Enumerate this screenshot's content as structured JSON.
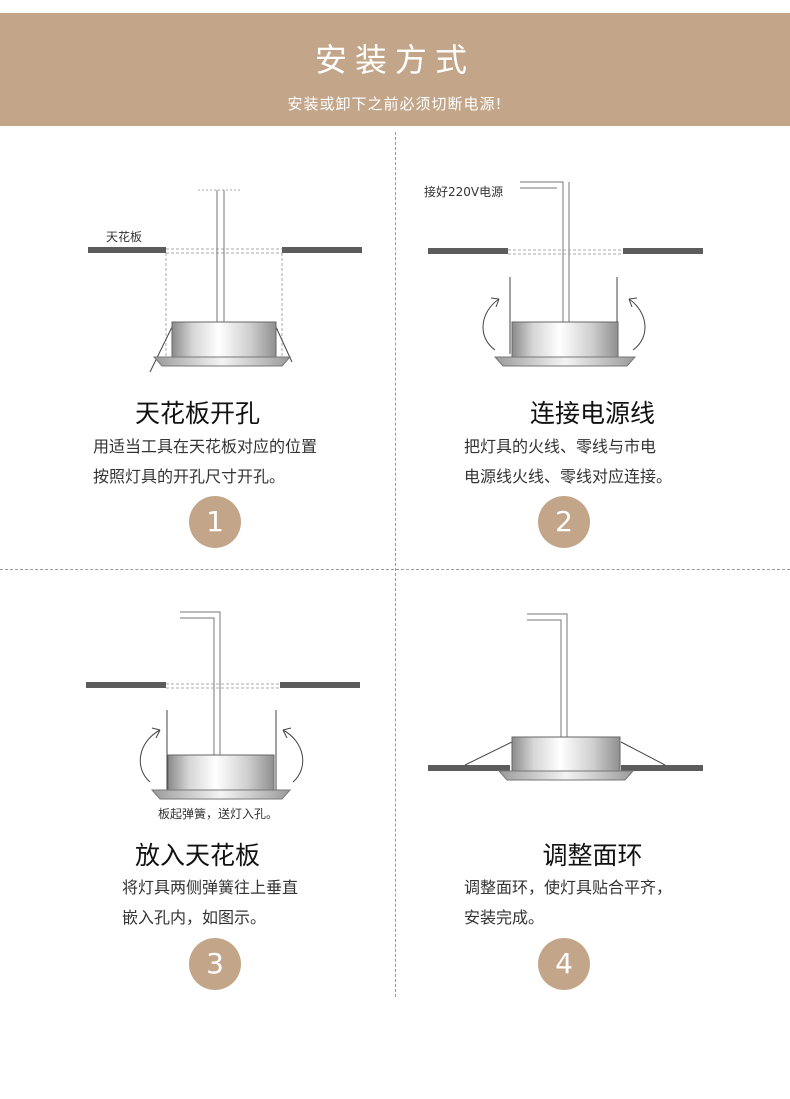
{
  "header": {
    "title": "安装方式",
    "subtitle": "安装或卸下之前必须切断电源!"
  },
  "steps": [
    {
      "number": "1",
      "title": "天花板开孔",
      "desc": [
        "用适当工具在天花板对应的位置",
        "按照灯具的开孔尺寸开孔。"
      ],
      "label": "天花板"
    },
    {
      "number": "2",
      "title": "连接电源线",
      "desc": [
        "把灯具的火线、零线与市电",
        "电源线火线、零线对应连接。"
      ],
      "label": "接好220V电源"
    },
    {
      "number": "3",
      "title": "放入天花板",
      "desc": [
        "将灯具两侧弹簧往上垂直",
        "嵌入孔内，如图示。"
      ],
      "label": "板起弹簧，送灯入孔。"
    },
    {
      "number": "4",
      "title": "调整面环",
      "desc": [
        "调整面环，使灯具贴合平齐，",
        "安装完成。"
      ]
    }
  ],
  "colors": {
    "accent": "#c3a68a",
    "ceiling": "#5c5c5c"
  }
}
